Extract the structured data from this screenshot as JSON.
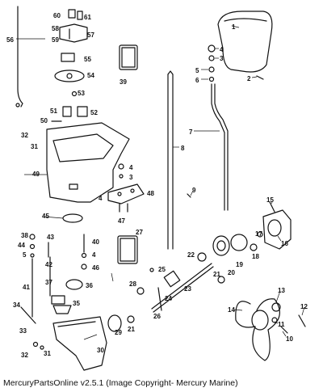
{
  "caption": "MercuryPartsOnline v2.5.1 (Image Copyright- Mercury Marine)",
  "part_numbers": [
    "1",
    "2",
    "3",
    "4",
    "5",
    "6",
    "7",
    "8",
    "9",
    "10",
    "11",
    "12",
    "13",
    "14",
    "15",
    "16",
    "17",
    "18",
    "19",
    "20",
    "21",
    "22",
    "23",
    "24",
    "25",
    "26",
    "27",
    "28",
    "29",
    "30",
    "31",
    "32",
    "33",
    "34",
    "35",
    "36",
    "37",
    "38",
    "39",
    "40",
    "41",
    "42",
    "43",
    "44",
    "45",
    "46",
    "47",
    "48",
    "49",
    "50",
    "51",
    "52",
    "53",
    "54",
    "55",
    "56",
    "57",
    "58",
    "59",
    "60",
    "61"
  ]
}
